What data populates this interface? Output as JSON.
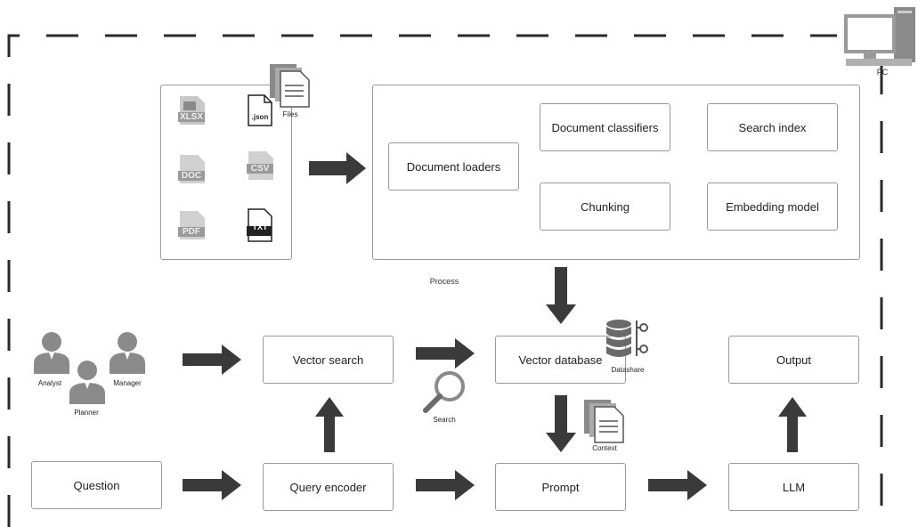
{
  "boxes": {
    "document_loaders": "Document loaders",
    "document_classifiers": "Document classifiers",
    "search_index": "Search index",
    "chunking": "Chunking",
    "embedding_model": "Embedding model",
    "vector_search": "Vector search",
    "vector_database": "Vector database",
    "output": "Output",
    "question": "Question",
    "query_encoder": "Query encoder",
    "prompt": "Prompt",
    "llm": "LLM"
  },
  "labels": {
    "pc": "PC",
    "files": "Files",
    "process": "Process",
    "search": "Search",
    "datashare": "Datashare",
    "context": "Context",
    "analyst": "Analyst",
    "manager": "Manager",
    "planner": "Planner"
  },
  "file_types": [
    "XLSX",
    ".json",
    "DOC",
    "CSV",
    "PDF",
    "TXT"
  ]
}
